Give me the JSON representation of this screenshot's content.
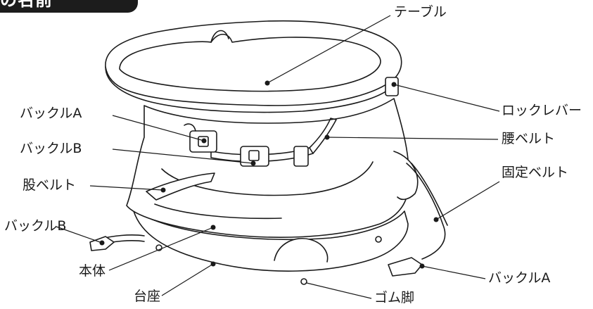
{
  "header": {
    "title": "の名前"
  },
  "labels": {
    "table": "テーブル",
    "lock_lever": "ロックレバー",
    "buckle_a_top": "バックルA",
    "waist_belt": "腰ベルト",
    "buckle_b_top": "バックルB",
    "fixing_belt": "固定ベルト",
    "crotch_belt": "股ベルト",
    "buckle_b_left": "バックルB",
    "main_body": "本体",
    "base": "台座",
    "buckle_a_right": "バックルA",
    "rubber_foot": "ゴム脚"
  },
  "colors": {
    "line": "#1a1a1a",
    "fill": "#ffffff",
    "header_bg": "#1c1c1c"
  }
}
